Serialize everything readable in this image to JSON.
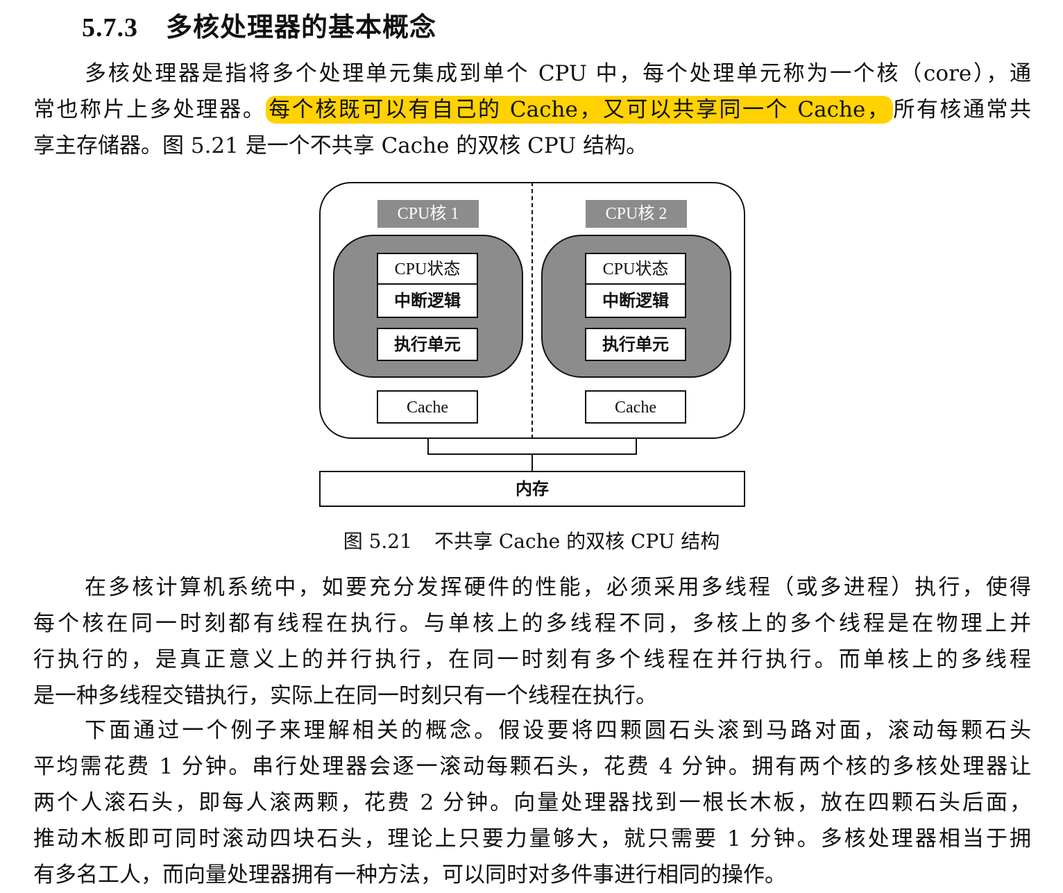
{
  "heading": {
    "number": "5.7.3",
    "title": "多核处理器的基本概念"
  },
  "para1": {
    "line1": "多核处理器是指将多个处理单元集成到单个 CPU 中，每个处理单元称为一个核（core），通",
    "line2_before": "常也称片上多处理器。",
    "line2_highlight": "每个核既可以有自己的 Cache，又可以共享同一个 Cache，",
    "line2_after": "所有核通常共",
    "line3": "享主存储器。图 5.21 是一个不共享 Cache 的双核 CPU 结构。"
  },
  "figure": {
    "core1": {
      "label": "CPU核 1",
      "state": "CPU状态",
      "interrupt": "中断逻辑",
      "exec": "执行单元",
      "cache": "Cache"
    },
    "core2": {
      "label": "CPU核 2",
      "state": "CPU状态",
      "interrupt": "中断逻辑",
      "exec": "执行单元",
      "cache": "Cache"
    },
    "memory": "内存",
    "caption_number": "图 5.21",
    "caption_text": "不共享 Cache 的双核 CPU 结构"
  },
  "para2": {
    "lines": [
      "在多核计算机系统中，如要充分发挥硬件的性能，必须采用多线程（或多进程）执行，使得",
      "每个核在同一时刻都有线程在执行。与单核上的多线程不同，多核上的多个线程是在物理上并",
      "行执行的，是真正意义上的并行执行，在同一时刻有多个线程在并行执行。而单核上的多线程",
      "是一种多线程交错执行，实际上在同一时刻只有一个线程在执行。"
    ]
  },
  "para3": {
    "lines": [
      "下面通过一个例子来理解相关的概念。假设要将四颗圆石头滚到马路对面，滚动每颗石头",
      "平均需花费 1 分钟。串行处理器会逐一滚动每颗石头，花费 4 分钟。拥有两个核的多核处理器让",
      "两个人滚石头，即每人滚两颗，花费 2 分钟。向量处理器找到一根长木板，放在四颗石头后面，",
      "推动木板即可同时滚动四块石头，理论上只要力量够大，就只需要 1 分钟。多核处理器相当于拥",
      "有多名工人，而向量处理器拥有一种方法，可以同时对多件事进行相同的操作。"
    ]
  }
}
